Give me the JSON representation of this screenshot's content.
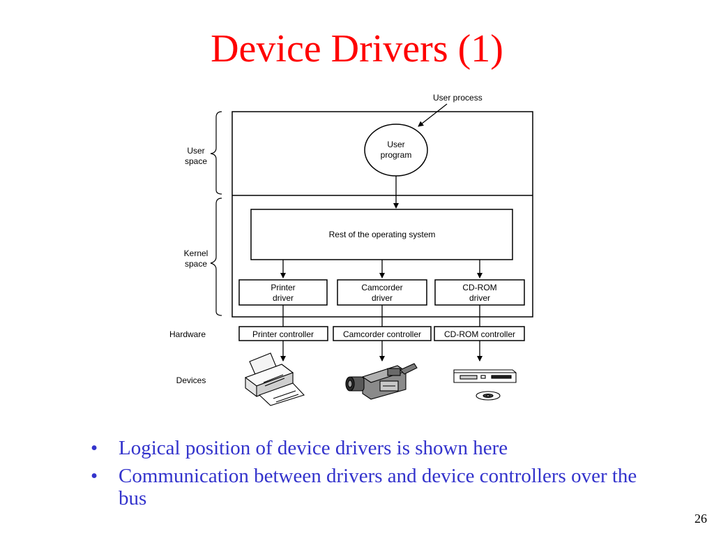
{
  "slide": {
    "title": "Device Drivers (1)",
    "page_number": "26"
  },
  "diagram": {
    "labels": {
      "user_process": "User process",
      "user_program_line1": "User",
      "user_program_line2": "program",
      "user_space_line1": "User",
      "user_space_line2": "space",
      "kernel_space_line1": "Kernel",
      "kernel_space_line2": "space",
      "hardware": "Hardware",
      "devices": "Devices",
      "rest_of_os": "Rest of the operating system"
    },
    "drivers": [
      {
        "line1": "Printer",
        "line2": "driver"
      },
      {
        "line1": "Camcorder",
        "line2": "driver"
      },
      {
        "line1": "CD-ROM",
        "line2": "driver"
      }
    ],
    "controllers": [
      "Printer controller",
      "Camcorder controller",
      "CD-ROM controller"
    ],
    "device_icons": [
      "printer-icon",
      "camcorder-icon",
      "cdrom-drive-icon"
    ]
  },
  "bullets": [
    "Logical position of device drivers is shown here",
    "Communication between drivers and device controllers over the bus"
  ],
  "colors": {
    "title": "#ff0000",
    "bullet_text": "#3333cc"
  }
}
